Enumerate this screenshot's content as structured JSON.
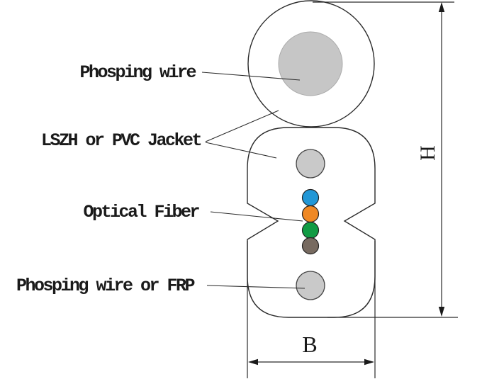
{
  "diagram": {
    "type": "cable-cross-section",
    "labels": {
      "phosping_wire": "Phosping wire",
      "jacket": "LSZH or PVC Jacket",
      "optical_fiber": "Optical Fiber",
      "phosping_wire_or_frp": "Phosping wire or FRP"
    },
    "dimensions": {
      "height_label": "H",
      "width_label": "B"
    },
    "fibers": [
      {
        "name": "blue",
        "color": "#2297d6"
      },
      {
        "name": "orange",
        "color": "#ef8824"
      },
      {
        "name": "green",
        "color": "#119b44"
      },
      {
        "name": "brown",
        "color": "#776a60"
      }
    ],
    "colors": {
      "outline": "#2a2a2a",
      "steel_gray": "#c6c6c6",
      "strength_member_gray": "#c9c9c9",
      "background": "#ffffff"
    }
  }
}
